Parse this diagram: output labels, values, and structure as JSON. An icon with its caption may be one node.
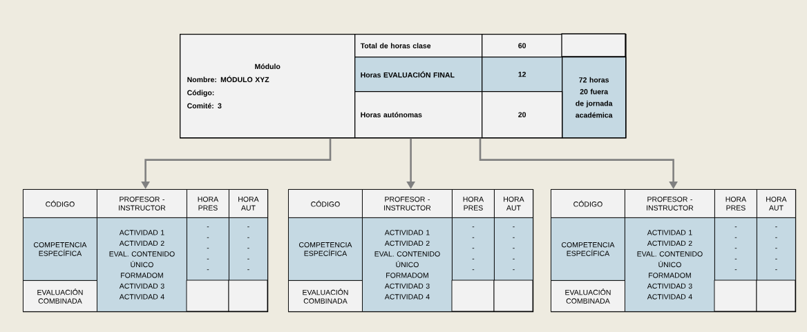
{
  "diagram": {
    "nodes": [
      {
        "text": [],
        "shape": "box"
      },
      {
        "text": [
          "Módulo",
          "Nombre: MÓDULO XYZ",
          "Código:",
          "Comité: 3"
        ],
        "in": 0
      },
      {
        "text": [
          "Total de horas clase"
        ],
        "in": 0
      },
      {
        "text": [
          "60"
        ],
        "in": 0
      },
      {
        "text": [
          "Horas EVALUACIÓN FINAL"
        ],
        "in": 0
      },
      {
        "text": [
          "12"
        ],
        "in": 0
      },
      {
        "text": [
          "72 horas",
          "20 fuera de jornada académica"
        ],
        "in": 0
      },
      {
        "text": [
          "Horas autónomas"
        ],
        "in": 0
      },
      {
        "text": [
          "20"
        ],
        "in": 0
      },
      {
        "text": [],
        "shape": "box"
      },
      {
        "text": [
          "CÓDIGO"
        ],
        "in": 9
      },
      {
        "text": [
          "PROFESOR - INSTRUCTOR"
        ],
        "in": 9
      },
      {
        "text": [
          "HORA PRES"
        ],
        "in": 9
      },
      {
        "text": [
          "HORA AUT"
        ],
        "in": 9
      },
      {
        "text": [
          "COMPETENCIA ESPECÍFICA"
        ],
        "in": 9
      },
      {
        "text": [
          "ACTIVIDAD 1",
          "ACTIVIDAD 2",
          "EVAL. CONTENIDO ÚNICO",
          "FORMADOM",
          "ACTIVIDAD 3",
          "ACTIVIDAD 4"
        ],
        "in": 9
      },
      {
        "text": [
          "-",
          "-",
          "-",
          "-",
          "-"
        ],
        "in": 9
      },
      {
        "text": [
          "-",
          "-",
          "-",
          "-",
          "-"
        ],
        "in": 9
      },
      {
        "text": [
          "EVALUACIÓN COMBINADA"
        ],
        "in": 9
      },
      {
        "text": [],
        "shape": "box"
      },
      {
        "text": [
          "CÓDIGO"
        ],
        "in": 19
      },
      {
        "text": [
          "PROFESOR - INSTRUCTOR"
        ],
        "in": 19
      },
      {
        "text": [
          "HORA PRES"
        ],
        "in": 19
      },
      {
        "text": [
          "HORA AUT"
        ],
        "in": 19
      },
      {
        "text": [
          "COMPETENCIA ESPECÍFICA"
        ],
        "in": 19
      },
      {
        "text": [
          "ACTIVIDAD 1",
          "ACTIVIDAD 2",
          "EVAL. CONTENIDO ÚNICO",
          "FORMADOM",
          "ACTIVIDAD 3",
          "ACTIVIDAD 4"
        ],
        "in": 19
      },
      {
        "text": [
          "-",
          "-",
          "-",
          "-",
          "-"
        ],
        "in": 19
      },
      {
        "text": [
          "-",
          "-",
          "-",
          "-",
          "-"
        ],
        "in": 19
      },
      {
        "text": [
          "EVALUACIÓN COMBINADA"
        ],
        "in": 19
      },
      {
        "text": [],
        "shape": "box"
      },
      {
        "text": [
          "CÓDIGO"
        ],
        "in": 29
      },
      {
        "text": [
          "PROFESOR - INSTRUCTOR"
        ],
        "in": 29
      },
      {
        "text": [
          "HORA PRES"
        ],
        "in": 29
      },
      {
        "text": [
          "HORA AUT"
        ],
        "in": 29
      },
      {
        "text": [
          "COMPETENCIA ESPECÍFICA"
        ],
        "in": 29
      },
      {
        "text": [
          "ACTIVIDAD 1",
          "ACTIVIDAD 2",
          "EVAL. CONTENIDO ÚNICO",
          "FORMADOM",
          "ACTIVIDAD 3",
          "ACTIVIDAD 4"
        ],
        "in": 29
      },
      {
        "text": [
          "-",
          "-",
          "-",
          "-",
          "-"
        ],
        "in": 29
      },
      {
        "text": [
          "-",
          "-",
          "-",
          "-",
          "-"
        ],
        "in": 29
      },
      {
        "text": [
          "EVALUACIÓN COMBINADA"
        ],
        "in": 29
      }
    ],
    "edges": [
      {
        "from": 0,
        "to": 9,
        "arrow": "to"
      },
      {
        "from": 0,
        "to": 19,
        "arrow": "to"
      },
      {
        "from": 0,
        "to": 29,
        "arrow": "to"
      }
    ]
  }
}
